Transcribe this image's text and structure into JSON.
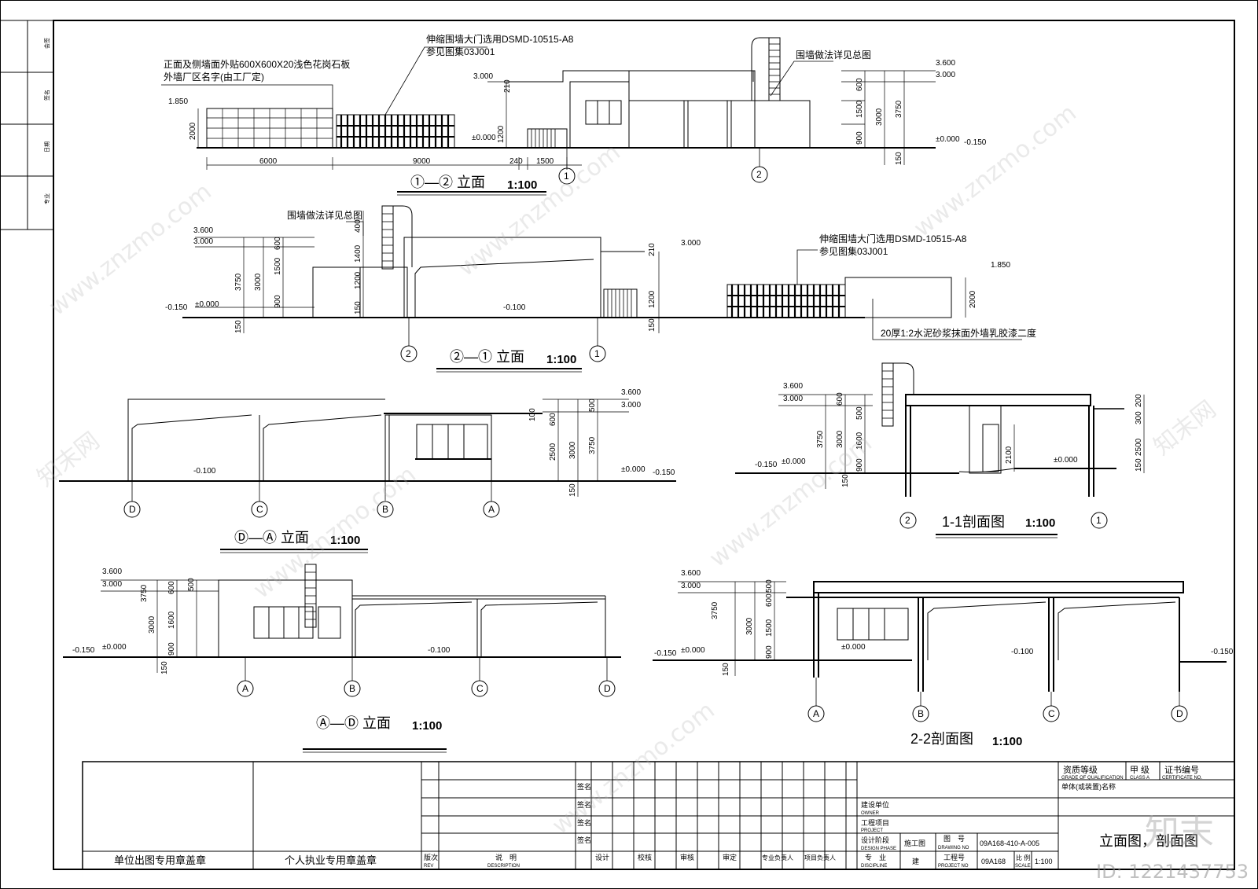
{
  "drawing": {
    "titles": {
      "elev_1_2": "①—② 立面",
      "elev_2_1": "②—① 立面",
      "elev_D_A": "Ⓓ—Ⓐ 立面",
      "elev_A_D": "Ⓐ—Ⓓ 立面",
      "section_1_1": "1-1剖面图",
      "section_2_2": "2-2剖面图",
      "scale": "1:100"
    },
    "notes": {
      "gate_model": "伸缩围墙大门选用DSMD-10515-A8",
      "gate_ref": "参见图集03J001",
      "stone": "正面及侧墙面外贴600X600X20浅色花岗石板",
      "stone2": "外墙厂区名字(由工厂定)",
      "railing": "围墙做法详见总图",
      "plaster": "20厚1:2水泥砂浆抹面外墙乳胶漆二度"
    },
    "elevations": {
      "e1": {
        "h1": "1.850",
        "h2": "3.000",
        "h3": "3.600",
        "h4": "±0.000",
        "h5": "-0.150",
        "d1": "2000",
        "d2": "1200",
        "d3": "210",
        "d4": "150",
        "d5": "600",
        "d6": "1500",
        "d7": "900",
        "d8": "3000",
        "d9": "3750",
        "w1": "6000",
        "w2": "9000",
        "w3": "240",
        "w4": "1500"
      },
      "e2": {
        "h1": "3.600",
        "h2": "3.000",
        "h3": "-0.150",
        "h4": "±0.000",
        "h5": "-0.100",
        "h6": "3.000",
        "h7": "1.850",
        "d1": "600",
        "d2": "1500",
        "d3": "900",
        "d4": "150",
        "d5": "3000",
        "d6": "3750",
        "d7": "400",
        "d8": "1400",
        "d9": "1200",
        "d10": "150",
        "d11": "210",
        "d12": "1200",
        "d13": "150",
        "d14": "2000"
      },
      "e3": {
        "h1": "3.600",
        "h2": "3.000",
        "h3": "±0.000",
        "h4": "-0.150",
        "h5": "-0.100",
        "d1": "500",
        "d2": "600",
        "d3": "2500",
        "d4": "3000",
        "d5": "3750",
        "d6": "150",
        "d7": "100"
      },
      "s1": {
        "h1": "3.600",
        "h2": "3.000",
        "h3": "-0.150",
        "h4": "±0.000",
        "h5": "±0.000",
        "d1": "600",
        "d2": "500",
        "d3": "1600",
        "d4": "900",
        "d5": "3000",
        "d6": "3750",
        "d7": "150",
        "d8": "2100",
        "d9": "200",
        "d10": "2500",
        "d11": "150",
        "d12": "300"
      },
      "e4": {
        "h1": "3.600",
        "h2": "3.000",
        "h3": "-0.150",
        "h4": "±0.000",
        "h5": "-0.100",
        "d1": "500",
        "d2": "600",
        "d3": "1600",
        "d4": "900",
        "d5": "3000",
        "d6": "3750",
        "d7": "150"
      },
      "s2": {
        "h1": "3.600",
        "h2": "3.000",
        "h3": "-0.150",
        "h4": "±0.000",
        "h5": "±0.000",
        "h6": "-0.100",
        "h7": "-0.150",
        "d1": "500",
        "d2": "600",
        "d3": "1500",
        "d4": "900",
        "d5": "3000",
        "d6": "3750",
        "d7": "150"
      }
    },
    "axes": {
      "a": "A",
      "b": "B",
      "c": "C",
      "d": "D",
      "one": "1",
      "two": "2"
    }
  },
  "title_block": {
    "stamp_unit": "单位出图专用章盖章",
    "stamp_person": "个人执业专用章盖章",
    "rev_cn": "版次",
    "rev_en": "REV",
    "desc_cn": "说　明",
    "desc_en": "DESCRIPTION",
    "design_cn": "设计",
    "check_cn": "校核",
    "review_cn": "审核",
    "approve_cn": "审定",
    "sign_date": "签名",
    "spec_lead": "专业负责人",
    "proj_lead": "项目负责人",
    "qual_cn": "资质等级",
    "qual_en": "GRADE OF QUALIFICATION",
    "grade": "甲 级",
    "grade_en": "CLASS A",
    "cert_cn": "证书编号",
    "cert_en": "CERTIFICATE NO.",
    "unit_name": "单体(或装置)名称",
    "owner_cn": "建设单位",
    "owner_en": "OWNER",
    "project_cn": "工程项目",
    "project_en": "PROJECT",
    "phase_cn": "设计阶段",
    "phase_en": "DESIGN PHASE",
    "phase_val": "施工图",
    "drawing_no_cn": "图　号",
    "drawing_no_en": "DRAWING NO",
    "drawing_no": "09A168-410-A-005",
    "project_no_cn": "工程号",
    "project_no_en": "PROJECT NO",
    "project_no": "09A168",
    "scale_cn": "比 例",
    "scale_en": "SCALE",
    "scale_val": "1:100",
    "discipline_cn": "专　业",
    "discipline_en": "DISCIPLINE",
    "discipline_val": "建",
    "sheet_title": "立面图，剖面图"
  },
  "left_strip": {
    "l1": "会签",
    "l2": "签名",
    "l3": "日期",
    "l4": "专业"
  },
  "watermarks": {
    "site": "www.znzmo.com",
    "brand": "知末网",
    "logo": "知末",
    "id": "ID: 1221437753"
  }
}
